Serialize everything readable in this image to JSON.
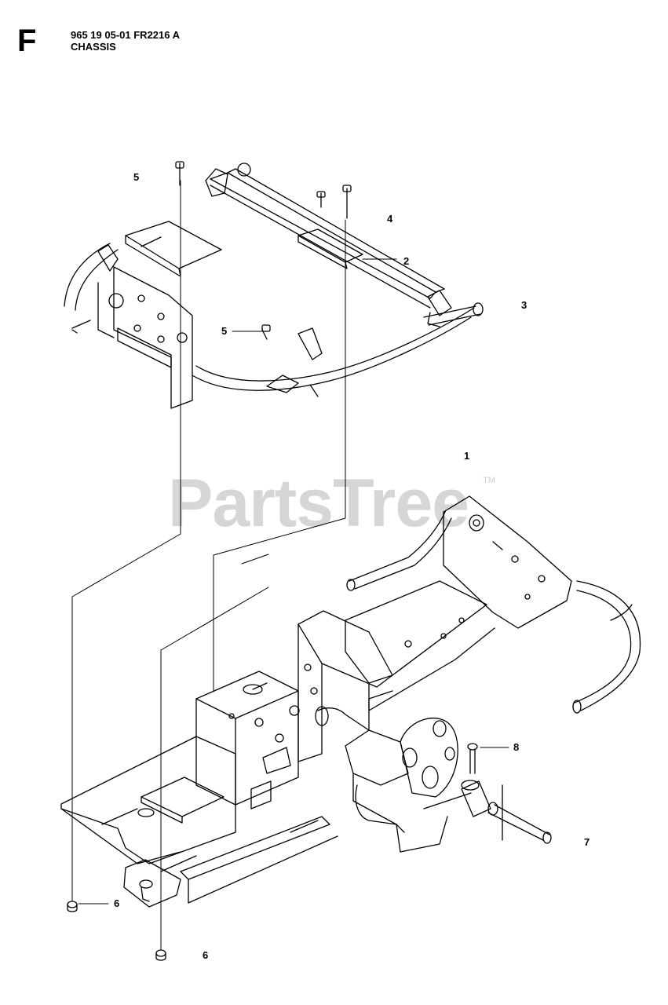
{
  "header": {
    "sheet_letter": "F",
    "part_code": "965 19 05-01 FR2216 A",
    "section_title": "CHASSIS"
  },
  "watermark": {
    "text": "PartsTree",
    "trademark": "TM"
  },
  "callouts": [
    {
      "id": "c5a",
      "label": "5"
    },
    {
      "id": "c4",
      "label": "4"
    },
    {
      "id": "c2",
      "label": "2"
    },
    {
      "id": "c3",
      "label": "3"
    },
    {
      "id": "c5b",
      "label": "5"
    },
    {
      "id": "c1",
      "label": "1"
    },
    {
      "id": "c8",
      "label": "8"
    },
    {
      "id": "c7",
      "label": "7"
    },
    {
      "id": "c6a",
      "label": "6"
    },
    {
      "id": "c6b",
      "label": "6"
    }
  ],
  "colors": {
    "line": "#000000",
    "watermark": "#d6d6d6",
    "background": "#ffffff"
  }
}
